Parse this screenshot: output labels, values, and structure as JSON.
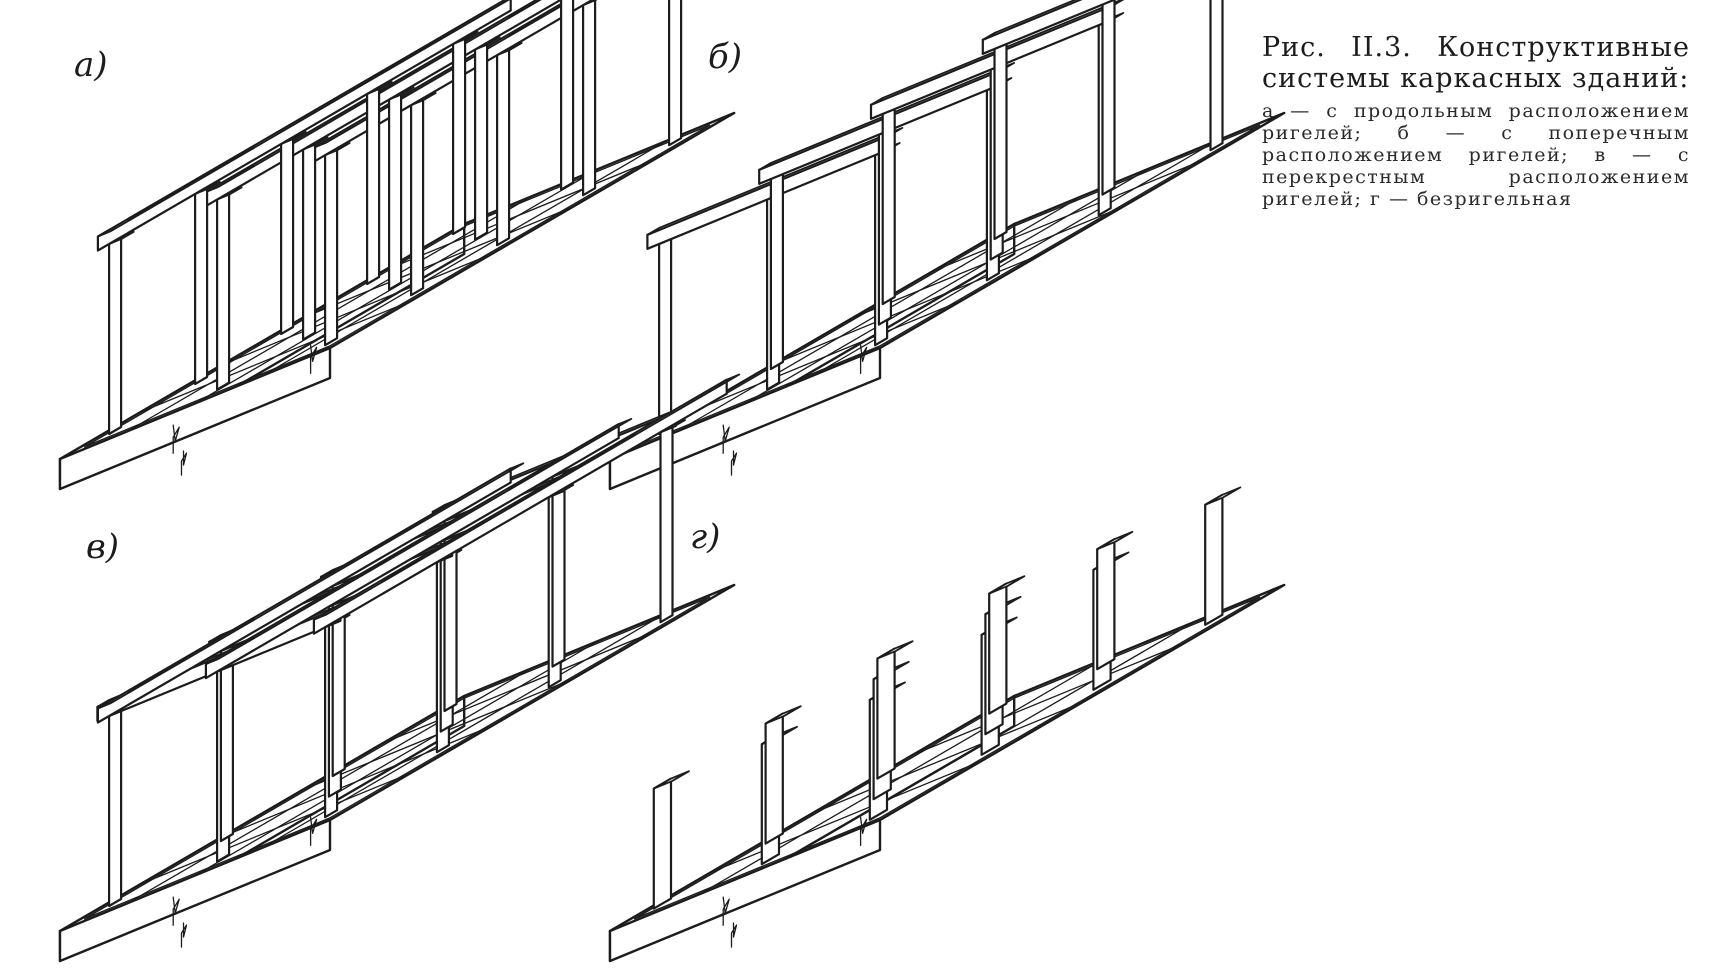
{
  "panels": [
    {
      "id": "a",
      "label": "а)",
      "type": "longitudinal"
    },
    {
      "id": "b",
      "label": "б)",
      "type": "transverse"
    },
    {
      "id": "v",
      "label": "в)",
      "type": "cross"
    },
    {
      "id": "g",
      "label": "г)",
      "type": "girderless"
    }
  ],
  "caption": {
    "title": "Рис. II.3. Конструктивные системы каркасных зданий:",
    "body": "а — с продольным расположением ригелей; б — с поперечным расположением ригелей; в — с перекрестным расположением ригелей; г — безригельная"
  },
  "colors": {
    "ink": "#1c1c1c",
    "paper": "#ffffff"
  }
}
